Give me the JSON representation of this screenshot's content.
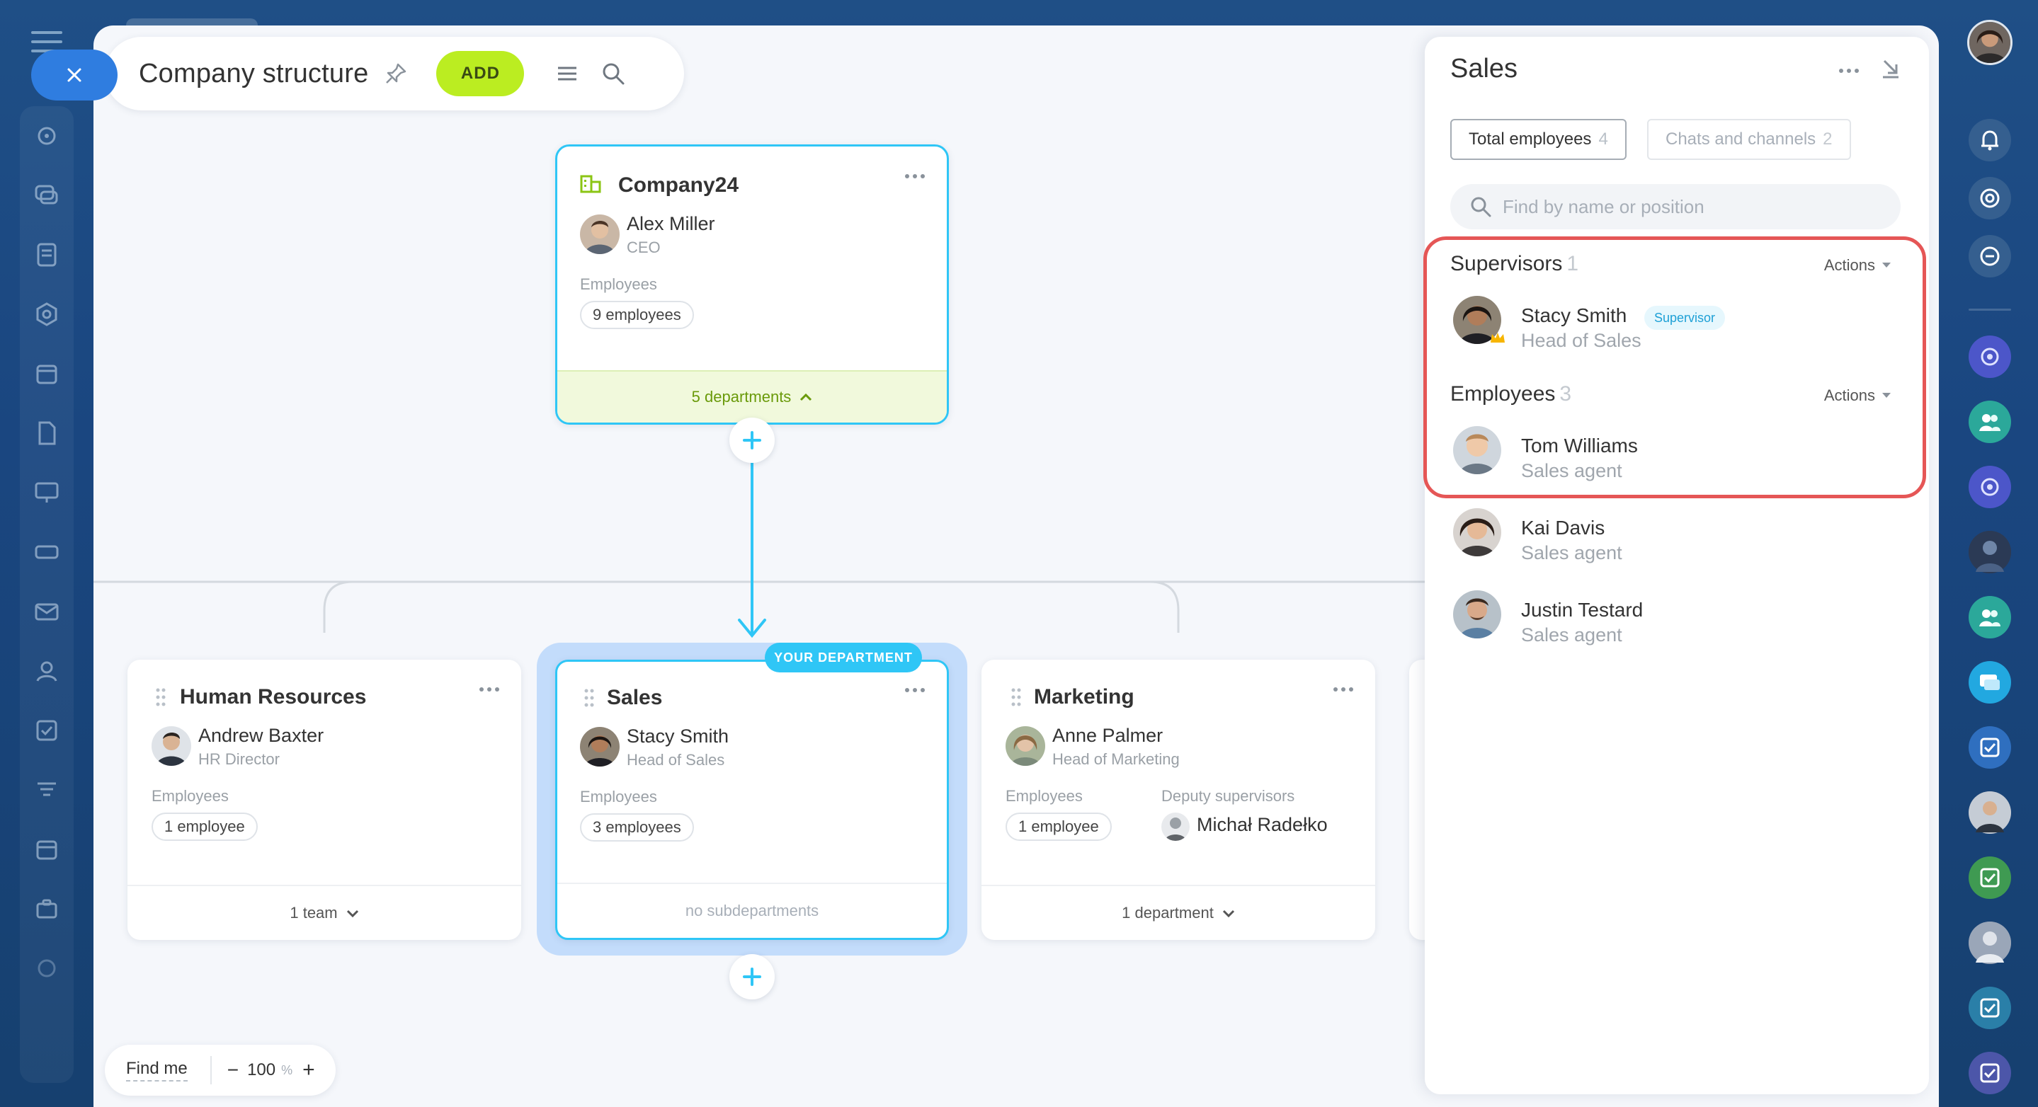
{
  "header": {
    "title": "Company structure",
    "add_label": "ADD"
  },
  "company": {
    "name": "Company24",
    "head_name": "Alex Miller",
    "head_role": "CEO",
    "employees_label": "Employees",
    "employees_count": "9 employees",
    "departments_toggle": "5 departments"
  },
  "departments": [
    {
      "name": "Human Resources",
      "head_name": "Andrew Baxter",
      "head_role": "HR Director",
      "employees_label": "Employees",
      "employees_count": "1 employee",
      "footer": "1 team"
    },
    {
      "name": "Sales",
      "head_name": "Stacy Smith",
      "head_role": "Head of Sales",
      "employees_label": "Employees",
      "employees_count": "3 employees",
      "footer": "no subdepartments",
      "badge": "YOUR DEPARTMENT"
    },
    {
      "name": "Marketing",
      "head_name": "Anne Palmer",
      "head_role": "Head of Marketing",
      "employees_label": "Employees",
      "employees_count": "1 employee",
      "deputy_label": "Deputy supervisors",
      "deputy_name": "Michał Radełko",
      "footer": "1 department"
    }
  ],
  "zoom": {
    "find_me": "Find me",
    "minus": "−",
    "value": "100",
    "unit": "%",
    "plus": "+"
  },
  "drawer": {
    "title": "Sales",
    "tabs": [
      {
        "label": "Total employees",
        "count": "4"
      },
      {
        "label": "Chats and channels",
        "count": "2"
      }
    ],
    "search_placeholder": "Find by name or position",
    "supervisors": {
      "title": "Supervisors",
      "count": "1",
      "actions": "Actions",
      "items": [
        {
          "name": "Stacy Smith",
          "role": "Head of Sales",
          "badge": "Supervisor"
        }
      ]
    },
    "employees": {
      "title": "Employees",
      "count": "3",
      "actions": "Actions",
      "items": [
        {
          "name": "Tom Williams",
          "role": "Sales agent"
        },
        {
          "name": "Kai Davis",
          "role": "Sales agent"
        },
        {
          "name": "Justin Testard",
          "role": "Sales agent"
        }
      ]
    }
  },
  "colors": {
    "accent_blue": "#2fc6f6",
    "add_green": "#bbed21",
    "highlight_red": "#e55656"
  }
}
